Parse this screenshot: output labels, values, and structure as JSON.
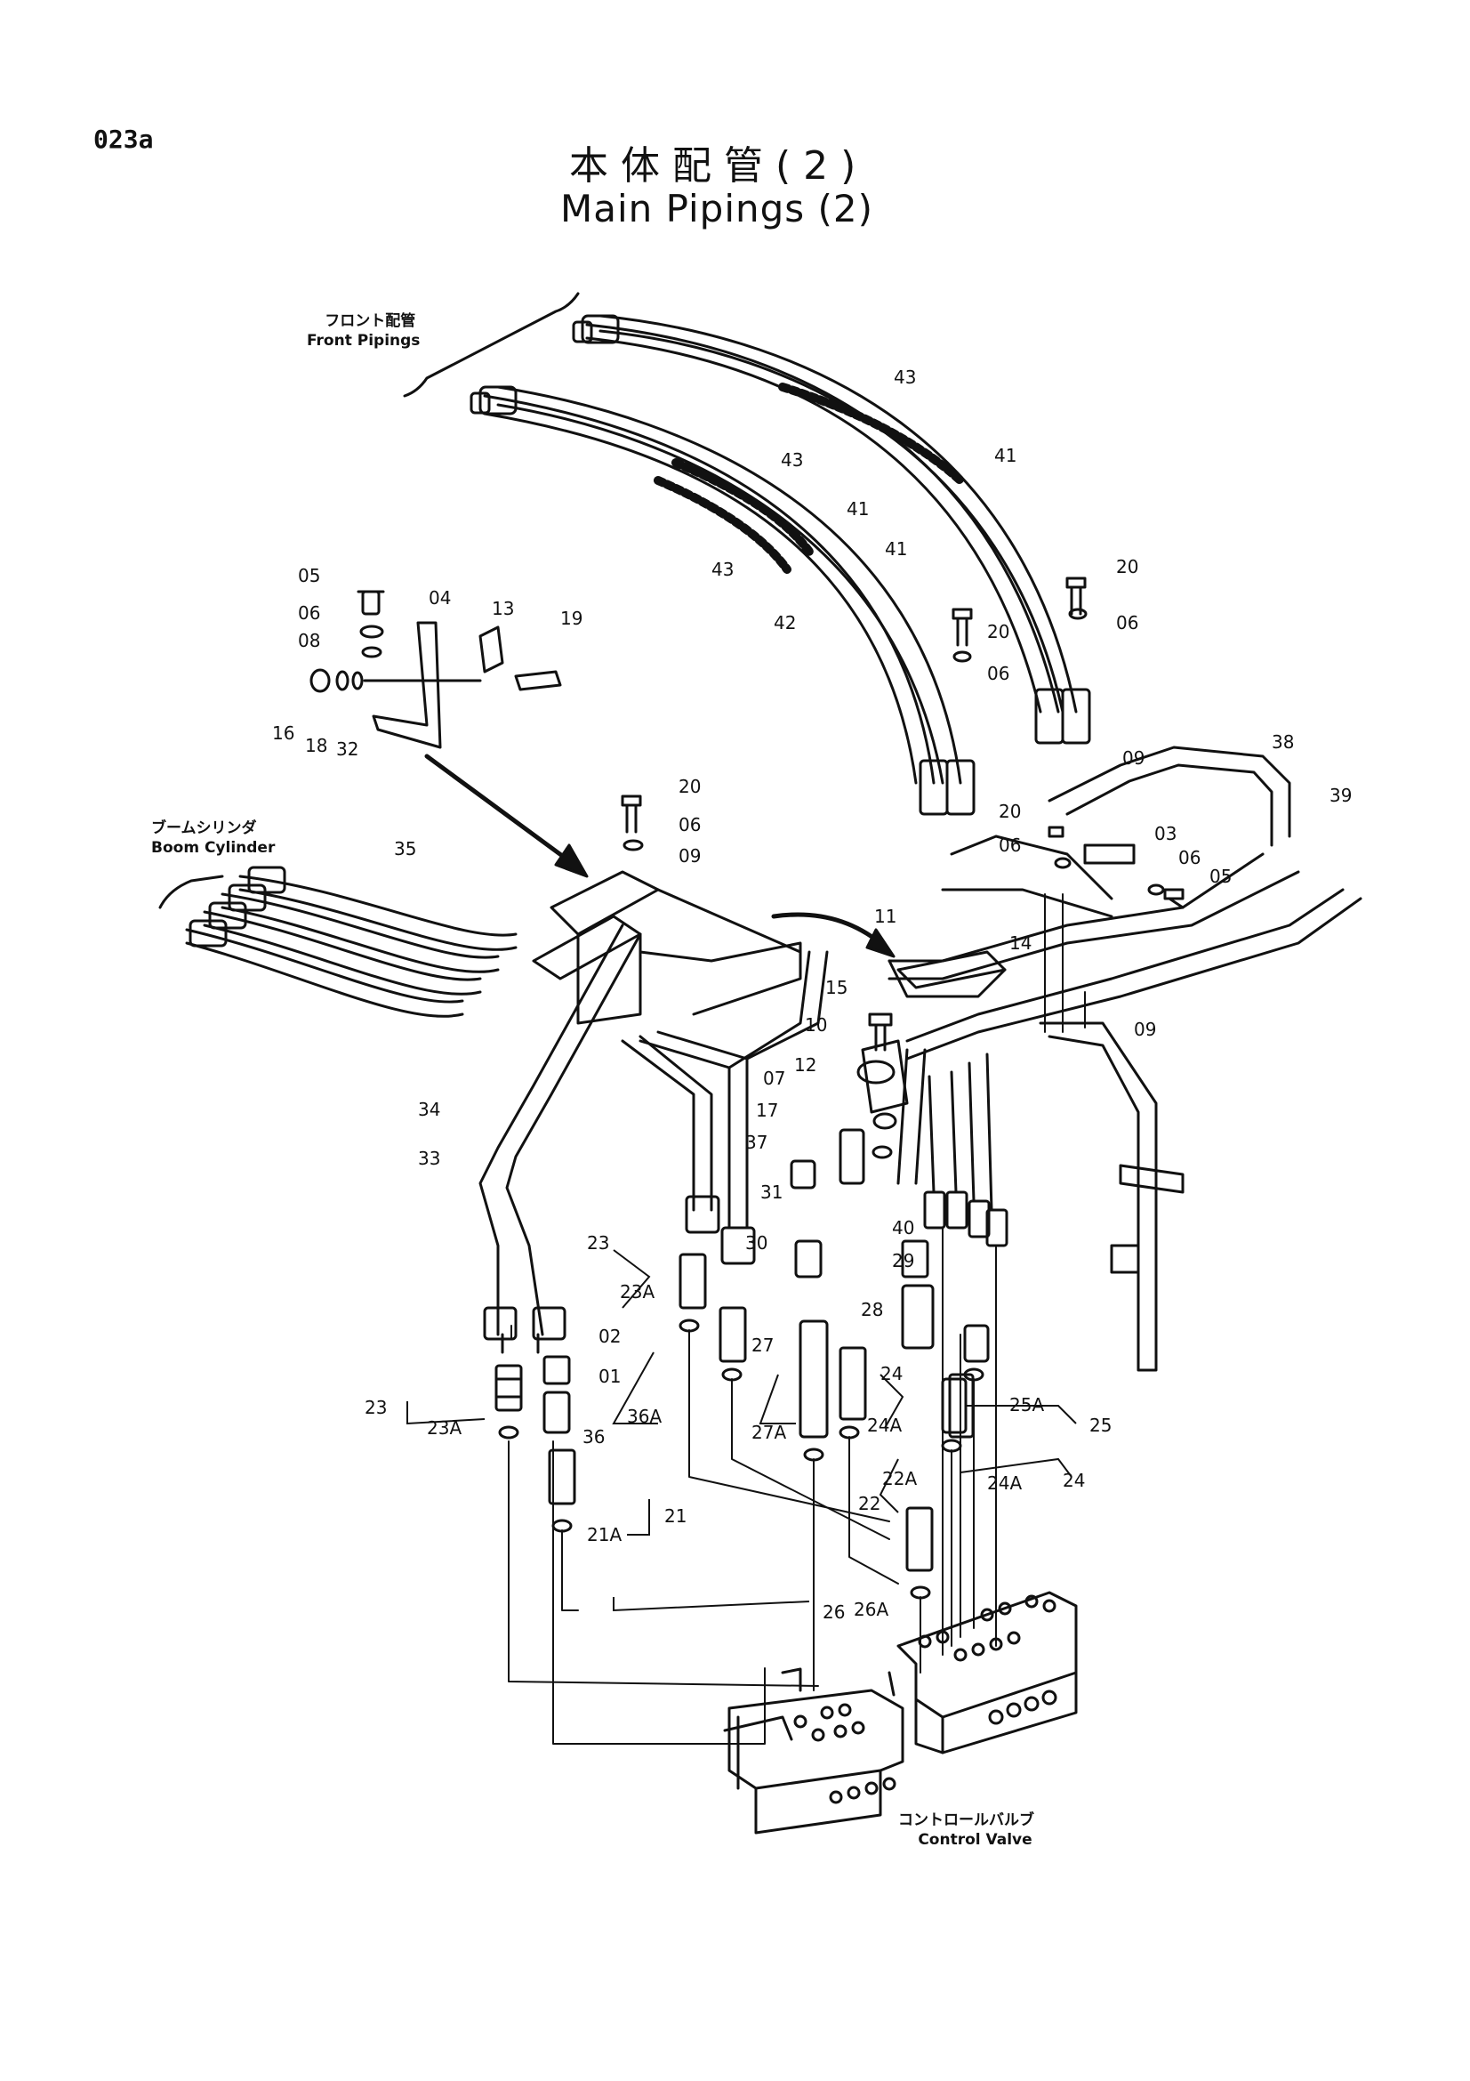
{
  "header": {
    "page_code": "023a",
    "title_ja": "本体配管(2)",
    "title_en": "Main Pipings (2)"
  },
  "groups": {
    "front_ja": "フロント配管",
    "front_en": "Front Pipings",
    "boom_ja": "ブームシリンダ",
    "boom_en": "Boom Cylinder",
    "valve_ja": "コントロールバルブ",
    "valve_en": "Control Valve"
  },
  "callouts": {
    "c43a": "43",
    "c43b": "43",
    "c43c": "43",
    "c41a": "41",
    "c41b": "41",
    "c41c": "41",
    "c42": "42",
    "c20a": "20",
    "c20b": "20",
    "c20c": "20",
    "c20d": "20",
    "c06a": "06",
    "c06b": "06",
    "c06c": "06",
    "c06d": "06",
    "c06e": "06",
    "c06f": "06",
    "c05a": "05",
    "c05b": "05",
    "c08": "08",
    "c04": "04",
    "c13": "13",
    "c19": "19",
    "c16": "16",
    "c18": "18",
    "c32": "32",
    "c38": "38",
    "c39": "39",
    "c09a": "09",
    "c09b": "09",
    "c09c": "09",
    "c03": "03",
    "c35": "35",
    "c11": "11",
    "c14": "14",
    "c15": "15",
    "c10": "10",
    "c07": "07",
    "c12": "12",
    "c17": "17",
    "c34": "34",
    "c33": "33",
    "c37": "37",
    "c31": "31",
    "c30": "30",
    "c40": "40",
    "c29": "29",
    "c28": "28",
    "c23a": "23",
    "c23Aa": "23A",
    "c23b": "23",
    "c23Ab": "23A",
    "c02": "02",
    "c01": "01",
    "c27": "27",
    "c27A": "27A",
    "c36": "36",
    "c36A": "36A",
    "c24a": "24",
    "c24Aa": "24A",
    "c24b": "24",
    "c24Ab": "24A",
    "c25": "25",
    "c25A": "25A",
    "c22": "22",
    "c22A": "22A",
    "c21": "21",
    "c21A": "21A",
    "c26": "26",
    "c26A": "26A"
  }
}
